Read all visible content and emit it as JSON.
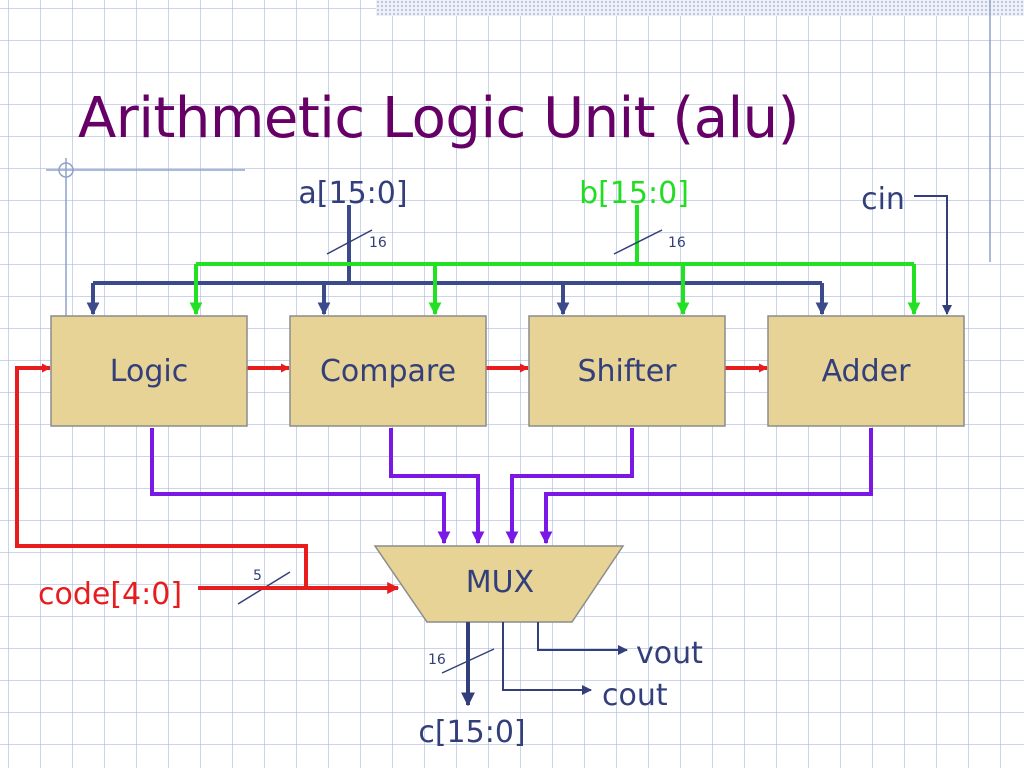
{
  "title": "Arithmetic Logic Unit (alu)",
  "colors": {
    "title": "#660066",
    "block_fill": "#E6D395",
    "block_border": "#8C8C8C",
    "bus_a": "#3B4A8A",
    "bus_b": "#22E022",
    "control": "#E81C1C",
    "results": "#7A18E6",
    "wire": "#333F7A"
  },
  "inputs": {
    "a": "a[15:0]",
    "b": "b[15:0]",
    "cin": "cin",
    "code": "code[4:0]"
  },
  "bus_widths": {
    "a": "16",
    "b": "16",
    "code": "5",
    "c": "16"
  },
  "blocks": {
    "logic": "Logic",
    "compare": "Compare",
    "shifter": "Shifter",
    "adder": "Adder",
    "mux": "MUX"
  },
  "outputs": {
    "c": "c[15:0]",
    "vout": "vout",
    "cout": "cout"
  }
}
